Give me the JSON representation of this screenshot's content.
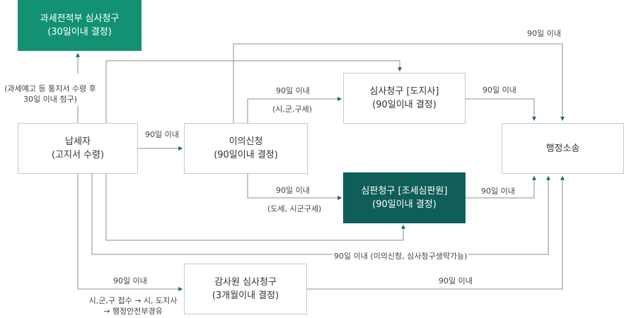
{
  "colors": {
    "box_green": "#129273",
    "box_dark": "#0f5e59",
    "line": "#8c8c8c",
    "arrow": "#1e6b63"
  },
  "boxes": {
    "review_notice": {
      "line1": "과세전적부 심사청구",
      "line2": "(30일이내 결정)"
    },
    "taxpayer": {
      "line1": "납세자",
      "line2": "(고지서 수령)"
    },
    "objection": {
      "line1": "이의신청",
      "line2": "(90일이내 결정)"
    },
    "review_request": {
      "line1": "심사청구 [도지사]",
      "line2": "(90일이내 결정)"
    },
    "trial_request": {
      "line1": "심판청구 [조세심판원]",
      "line2": "(90일이내 결정)"
    },
    "admin_suit": {
      "line1": "행정소송"
    },
    "audit_request": {
      "line1": "감사원 심사청구",
      "line2": "(3개월이내 결정)"
    }
  },
  "labels": {
    "notice_receipt": {
      "line1": "(과세예고 등 통지서 수령 후",
      "line2": "30일 이내 청구)"
    },
    "taxpayer_to_objection": "90일 이내",
    "objection_to_review": "90일 이내",
    "review_condition": "(시,군,구세)",
    "objection_to_trial": "90일 이내",
    "trial_condition": "(도세, 시군구세)",
    "top_to_suit": "90일 이내",
    "review_to_suit": "90일 이내",
    "trial_to_suit": "90일 이내",
    "direct_to_suit": "90일 이내 (이의신청, 심사청구생략가능)",
    "taxpayer_to_audit": "90일 이내",
    "audit_route": {
      "line1": "시,군,구 접수 → 시, 도지사",
      "line2": "→ 행정안전부경유"
    },
    "audit_to_suit": "90일 이내"
  }
}
